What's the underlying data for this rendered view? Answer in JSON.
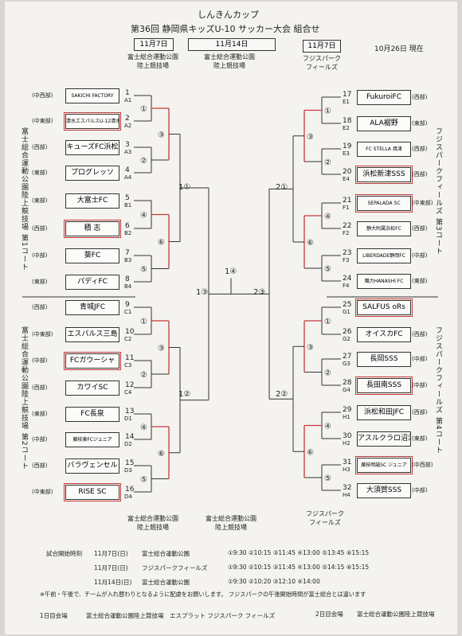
{
  "header": {
    "cup": "しんきんカップ",
    "title": "第36回 静岡県キッズU-10 サッカー大会 組合せ",
    "date_left": "11月7日",
    "date_center": "11月14日",
    "date_right": "11月7日",
    "as_of": "10月26日 現在",
    "venue_left": "富士総合運動公園\n陸上競技場",
    "venue_center": "富士総合運動公園\n陸上競技場",
    "venue_right": "フジスパーク\nフィールズ",
    "venue_bottom_left": "富士総合運動公園\n陸上競技場",
    "venue_bottom_center": "富士総合運動公園\n陸上競技場",
    "venue_bottom_right": "フジスパーク\nフィールズ"
  },
  "side_labels": {
    "left_top": "富士総合運動公園陸上競技場 第1コート",
    "left_bottom": "富士総合運動公園陸上競技場 第2コート",
    "right_top": "フジスパークフィールズ 第3コート",
    "right_bottom": "フジスパークフィールズ 第4コート"
  },
  "left_teams": [
    {
      "region": "(中西部)",
      "name": "SAKICHI FACTORY",
      "no": "1",
      "pos": "A1",
      "small": true
    },
    {
      "region": "(中東部)",
      "name": "清水エスパルスU-12清水",
      "no": "2",
      "pos": "A2",
      "small": true,
      "hl": true
    },
    {
      "region": "(西部)",
      "name": "キューズFC浜松",
      "no": "3",
      "pos": "A3"
    },
    {
      "region": "(東部)",
      "name": "プログレッソ",
      "no": "4",
      "pos": "A4"
    },
    {
      "region": "(東部)",
      "name": "大富士FC",
      "no": "5",
      "pos": "B1"
    },
    {
      "region": "(西部)",
      "name": "積 志",
      "no": "6",
      "pos": "B2",
      "hl": true
    },
    {
      "region": "(中部)",
      "name": "葵FC",
      "no": "7",
      "pos": "B3"
    },
    {
      "region": "(東部)",
      "name": "パディFC",
      "no": "8",
      "pos": "B4"
    },
    {
      "region": "(西部)",
      "name": "青城JFC",
      "no": "9",
      "pos": "C1"
    },
    {
      "region": "(中東部)",
      "name": "エスパルス三島",
      "no": "10",
      "pos": "C2"
    },
    {
      "region": "(中部)",
      "name": "FCガウーシャ",
      "no": "11",
      "pos": "C3",
      "hl": true
    },
    {
      "region": "(西部)",
      "name": "カワイSC",
      "no": "12",
      "pos": "C4"
    },
    {
      "region": "(東部)",
      "name": "FC長泉",
      "no": "13",
      "pos": "D1"
    },
    {
      "region": "(中部)",
      "name": "藤枝東FCジュニア",
      "no": "14",
      "pos": "D2",
      "small": true
    },
    {
      "region": "(西部)",
      "name": "バラヴェンセル",
      "no": "15",
      "pos": "D3"
    },
    {
      "region": "(中東部)",
      "name": "RISE SC",
      "no": "16",
      "pos": "D4",
      "hl": true
    }
  ],
  "right_teams": [
    {
      "region": "(西部)",
      "name": "FukuroiFC",
      "no": "17",
      "pos": "E1"
    },
    {
      "region": "(東部)",
      "name": "ALA裾野",
      "no": "18",
      "pos": "E2"
    },
    {
      "region": "(西部)",
      "name": "FC STELLA 焼津",
      "no": "19",
      "pos": "E3",
      "small": true
    },
    {
      "region": "(西部)",
      "name": "浜松新津SSS",
      "no": "20",
      "pos": "E4",
      "hl": true
    },
    {
      "region": "(中東部)",
      "name": "SEPALADA SC",
      "no": "21",
      "pos": "F1",
      "small": true,
      "hl": true
    },
    {
      "region": "(西部)",
      "name": "静大附属浜松FC",
      "no": "22",
      "pos": "F2",
      "small": true
    },
    {
      "region": "(中部)",
      "name": "LIBERDADE静岡FC",
      "no": "23",
      "pos": "F3",
      "small": true
    },
    {
      "region": "(東部)",
      "name": "職力HANASHI FC",
      "no": "24",
      "pos": "F4",
      "small": true
    },
    {
      "region": "",
      "name": "SALFUS oRs",
      "no": "25",
      "pos": "G1",
      "hl": true
    },
    {
      "region": "(西部)",
      "name": "オイスカFC",
      "no": "26",
      "pos": "G2"
    },
    {
      "region": "(中部)",
      "name": "長岡SSS",
      "no": "27",
      "pos": "G3"
    },
    {
      "region": "(中部)",
      "name": "長田南SSS",
      "no": "28",
      "pos": "G4",
      "hl": true
    },
    {
      "region": "(西部)",
      "name": "浜松和田JFC",
      "no": "29",
      "pos": "H1"
    },
    {
      "region": "(東部)",
      "name": "アスルクラロ沼津",
      "no": "30",
      "pos": "H2"
    },
    {
      "region": "(中西部)",
      "name": "藤枝明誠SC ジュニア",
      "no": "31",
      "pos": "H3",
      "small": true,
      "hl": true
    },
    {
      "region": "(中部)",
      "name": "大須賀SSS",
      "no": "32",
      "pos": "H4"
    }
  ],
  "left_r1": [
    "①",
    "②",
    "③",
    "④",
    "⑤",
    "⑥"
  ],
  "left_r1_marks": [
    "①",
    "③",
    "②",
    "④",
    "⑥",
    "⑤",
    "①",
    "③",
    "②",
    "④",
    "⑥",
    "⑤"
  ],
  "left_r2": [
    "1①",
    "1②"
  ],
  "right_r1_marks": [
    "①",
    "③",
    "②",
    "④",
    "⑥",
    "⑤",
    "①",
    "③",
    "②",
    "④",
    "⑥",
    "⑤"
  ],
  "right_r2": [
    "2①",
    "2②"
  ],
  "semis": {
    "left": "1③",
    "right": "2③",
    "final": "1④"
  },
  "footer": {
    "line1_label": "試合開始時刻",
    "line1_date": "11月7日(日)",
    "line1_venue": "富士総合運動公園",
    "line1_times": "①9:30 ②10:15 ③11:45 ④13:00 ⑤13:45 ⑥15:15",
    "line2_date": "11月7日(日)",
    "line2_venue": "フジスパークフィールズ",
    "line2_times": "①9:30 ②10:15 ③11:45 ④13:00 ⑤14:15 ⑥15:15",
    "line3_date": "11月14日(日)",
    "line3_venue": "富士総合運動公園",
    "line3_times": "①9:30 ②10:20 ③12:10 ④14:00",
    "note": "※午前・午後で、チームが入れ替わりとなるように配慮をお願いします。 フジスパークの午後開始時間が富士総合とは違います",
    "day1_label": "1日目会場",
    "day1_venues": "富士総合運動公園陸上競技場　エスプラット フジスパーク フィールズ",
    "day2_label": "2日目会場",
    "day2_venue": "富士総合運動公園陸上競技場"
  },
  "colors": {
    "ink": "#222222",
    "red": "#c23b3b",
    "paper": "#f4f3ef"
  }
}
